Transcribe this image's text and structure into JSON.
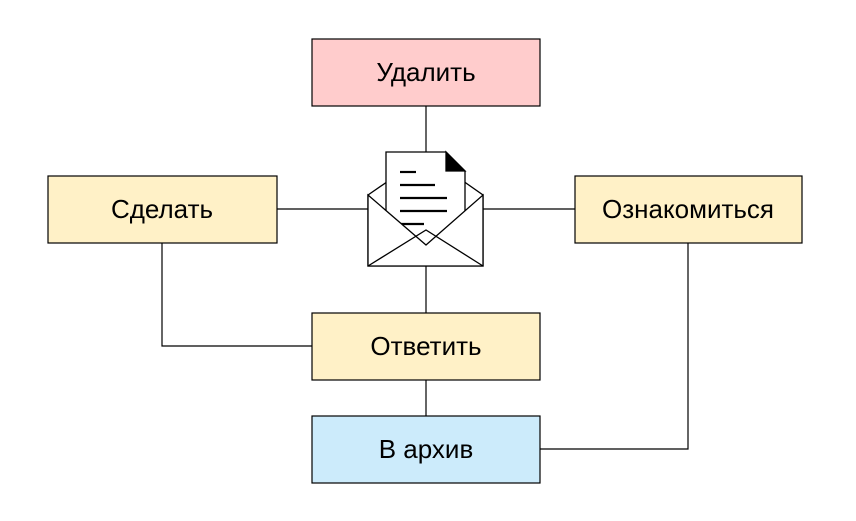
{
  "nodes": {
    "delete": {
      "label": "Удалить",
      "fill": "#FFCCCC"
    },
    "do": {
      "label": "Сделать",
      "fill": "#FFF1C7"
    },
    "review": {
      "label": "Ознакомиться",
      "fill": "#FFF1C7"
    },
    "reply": {
      "label": "Ответить",
      "fill": "#FFF1C7"
    },
    "archive": {
      "label": "В архив",
      "fill": "#CCEBFB"
    }
  },
  "colors": {
    "stroke": "#000000",
    "background": "#FFFFFF"
  },
  "icons": {
    "center": "envelope-with-document-icon"
  }
}
